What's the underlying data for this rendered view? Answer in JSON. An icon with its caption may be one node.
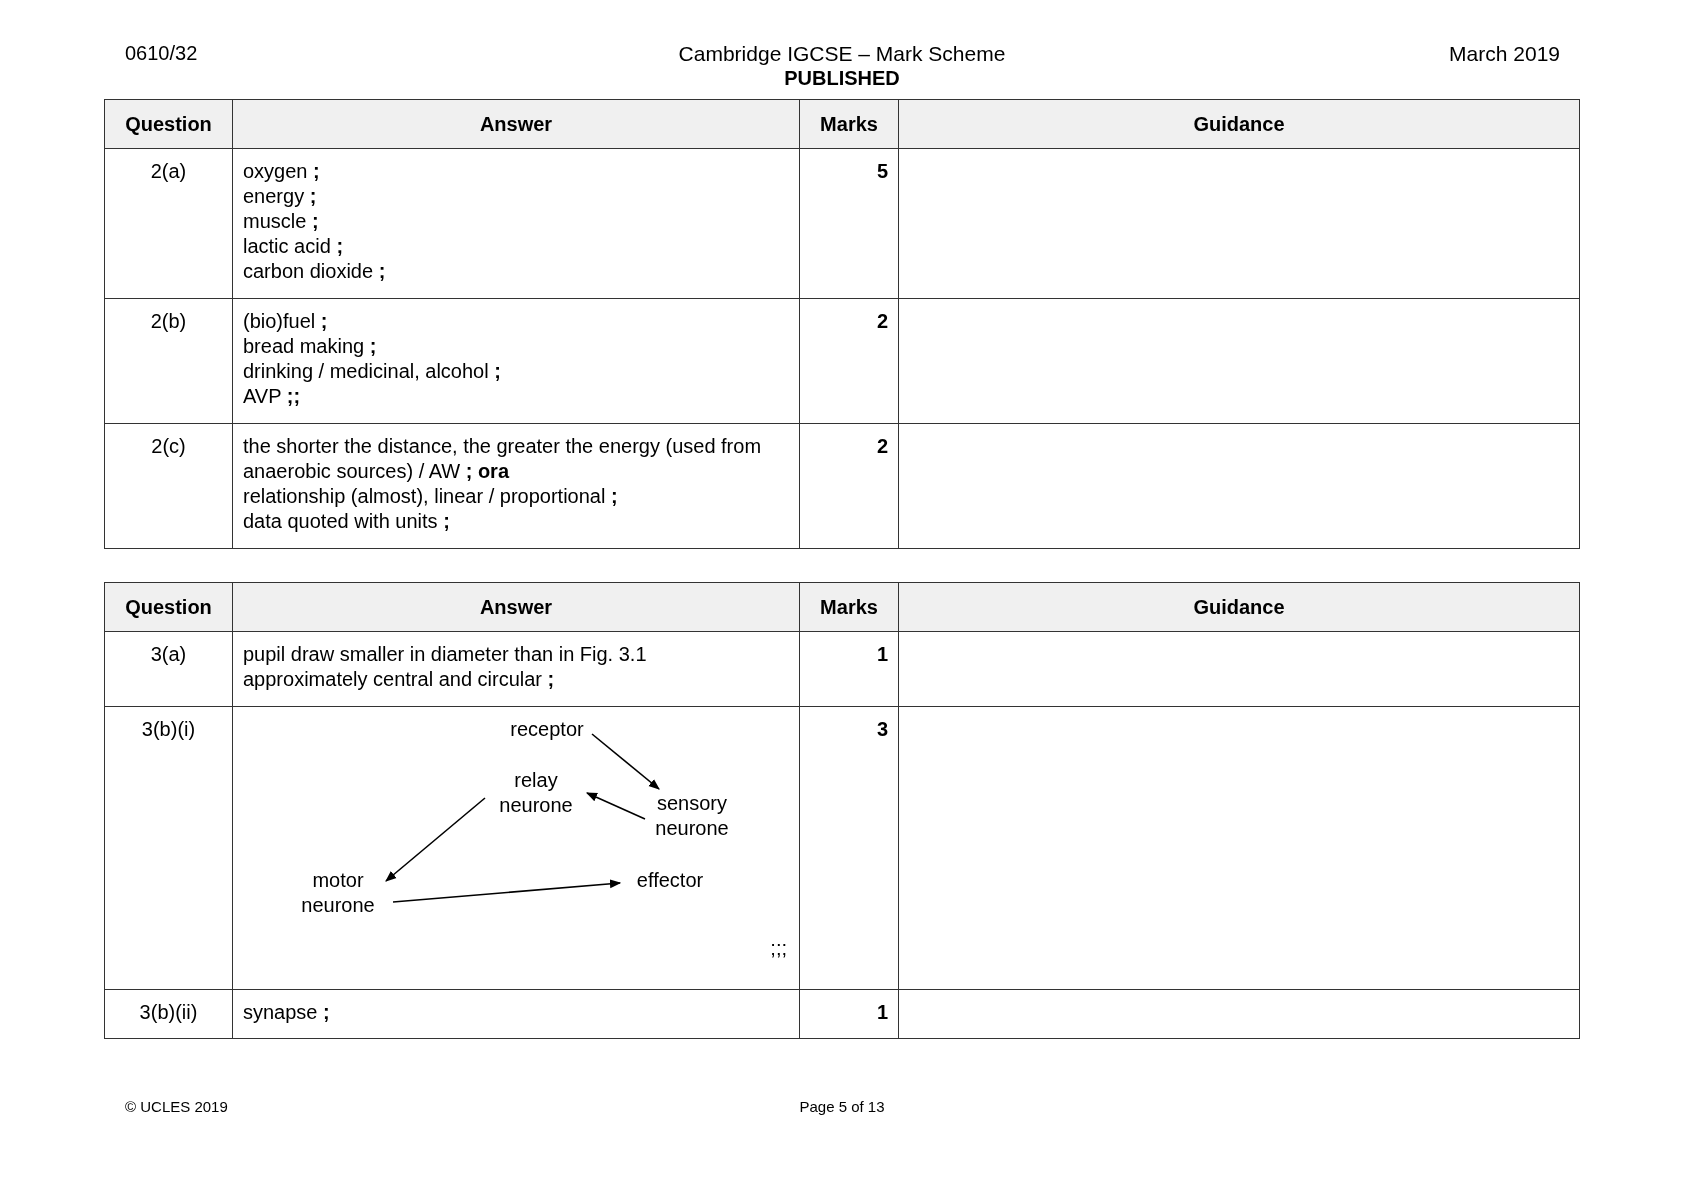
{
  "diagram": {
    "nodes": [
      {
        "text": [
          "receptor"
        ]
      },
      {
        "text": [
          "relay neurone"
        ]
      },
      {
        "text": [
          "sensory neurone"
        ]
      },
      {
        "text": [
          "motor neurone"
        ]
      },
      {
        "text": [
          "effector"
        ]
      }
    ],
    "edges": [
      {
        "from": 0,
        "to": 2,
        "arrow": "to"
      },
      {
        "from": 2,
        "to": 1,
        "arrow": "to"
      },
      {
        "from": 1,
        "to": 3,
        "arrow": "to"
      },
      {
        "from": 3,
        "to": 4,
        "arrow": "to"
      }
    ],
    "labels": [
      "0610/32",
      "Cambridge IGCSE – Mark Scheme",
      "PUBLISHED",
      "March 2019",
      "Question",
      "Answer",
      "Marks",
      "Guidance",
      "2(a)",
      "oxygen **;**",
      "energy **;**",
      "muscle **;**",
      "lactic acid **;**",
      "carbon dioxide **;**",
      "5",
      "2(b)",
      "(bio)fuel **;**",
      "bread making **;**",
      "drinking / medicinal, alcohol **;**",
      "AVP **;;**",
      "2",
      "2(c)",
      "the shorter the distance, the greater the energy (used from anaerobic sources) / AW **; ora**",
      "relationship (almost), linear / proportional **;**",
      "data quoted with units **;**",
      "2",
      "Question",
      "Answer",
      "Marks",
      "Guidance",
      "3(a)",
      "pupil draw smaller in diameter than in Fig. 3.1",
      "approximately central and circular **;**",
      "1",
      "3(b)(i)",
      ";;;",
      "3",
      "3(b)(ii)",
      "synapse **;**",
      "1",
      "© UCLES 2019",
      "Page 5 of 13"
    ]
  }
}
